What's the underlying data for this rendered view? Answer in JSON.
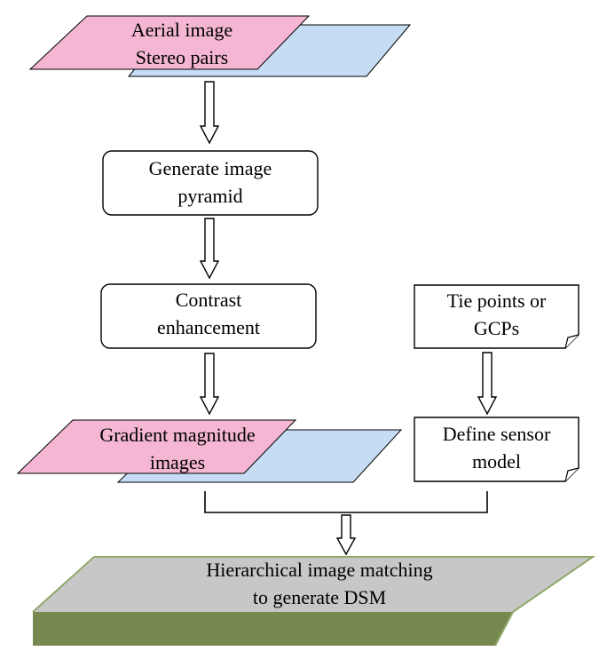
{
  "nodes": {
    "aerial": {
      "line1": "Aerial image",
      "line2": "Stereo pairs"
    },
    "pyramid": {
      "line1": "Generate image",
      "line2": "pyramid"
    },
    "contrast": {
      "line1": "Contrast",
      "line2": "enhancement"
    },
    "gradient": {
      "line1": "Gradient magnitude",
      "line2": "images"
    },
    "tiepoints": {
      "line1": "Tie points or",
      "line2": "GCPs"
    },
    "sensor": {
      "line1": "Define sensor",
      "line2": "model"
    },
    "matching": {
      "line1": "Hierarchical image matching",
      "line2": "to generate DSM"
    }
  },
  "colors": {
    "pink": "#f4b6d2",
    "blue": "#c6dcf4",
    "slab_top": "#c7c7c7",
    "slab_front": "#76884f",
    "slab_edge": "#8fa86a",
    "stroke": "#000000"
  }
}
